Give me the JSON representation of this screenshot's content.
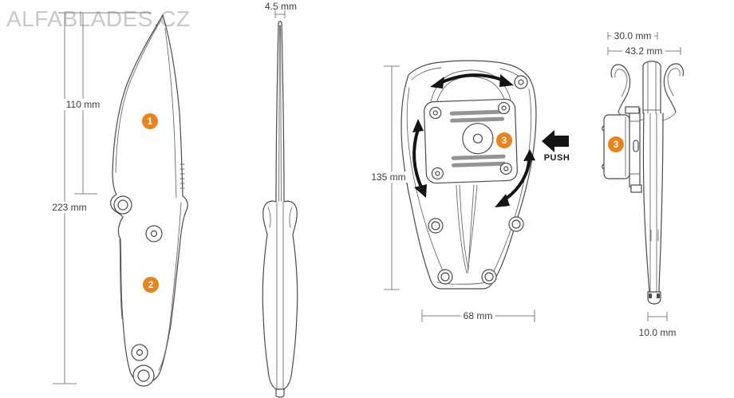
{
  "watermark": "ALFABLADES.CZ",
  "labels": {
    "blade_length": "110 mm",
    "overall_length": "223 mm",
    "blade_thickness": "4.5 mm",
    "sheath_height": "135 mm",
    "sheath_width": "68 mm",
    "clip_width": "30.0 mm",
    "sheath_side_width": "43.2 mm",
    "sheath_tip_width": "10.0 mm",
    "push": "PUSH"
  },
  "callouts": [
    {
      "number": "1"
    },
    {
      "number": "2"
    },
    {
      "number": "3"
    },
    {
      "number": "3"
    }
  ],
  "icons": {
    "push_arrow": "solid-left-arrow",
    "top_arrow": "curved-double-headed-arrow",
    "side_arrows": "rotation-arc-arrows"
  },
  "colors": {
    "accent_orange": "#e8831d",
    "line_art": "#4a4a4a",
    "dimension_line": "#808080",
    "watermark_gray": "#c8c8c8",
    "arrow_black": "#141414",
    "slot_gray": "#949494"
  }
}
